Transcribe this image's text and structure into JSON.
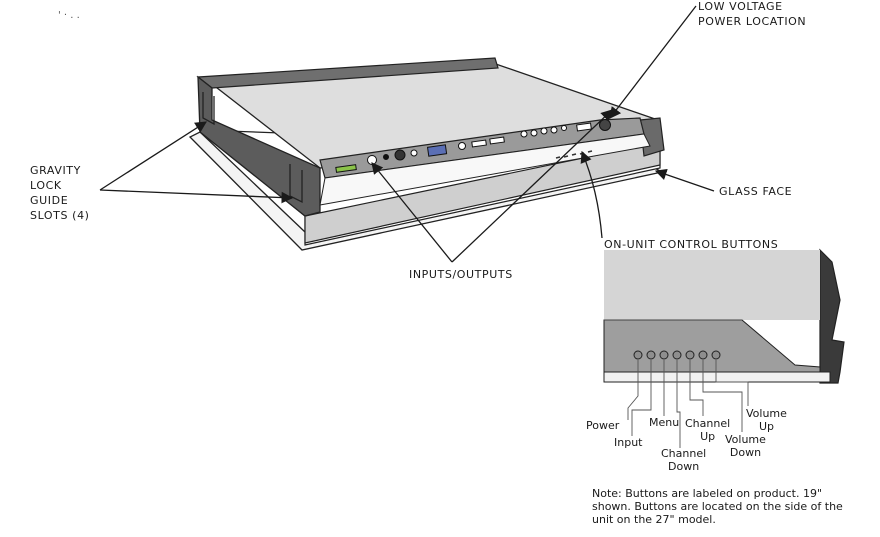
{
  "corner_mark": "' · . .",
  "callouts": {
    "low_voltage": "LOW VOLTAGE\nPOWER LOCATION",
    "gravity_lock": "GRAVITY\nLOCK\nGUIDE\nSLOTS (4)",
    "glass_face": "GLASS FACE",
    "inputs_outputs": "INPUTS/OUTPUTS",
    "control_buttons": "ON-UNIT CONTROL BUTTONS"
  },
  "buttons": {
    "power": "Power",
    "input": "Input",
    "menu": "Menu",
    "channel_up": "Channel\nUp",
    "channel_down": "Channel\nDown",
    "volume_up": "Volume\nUp",
    "volume_down": "Volume\nDown"
  },
  "note": "Note: Buttons are labeled on product. 19\" shown. Buttons are located on the side of the unit on the 27\" model."
}
